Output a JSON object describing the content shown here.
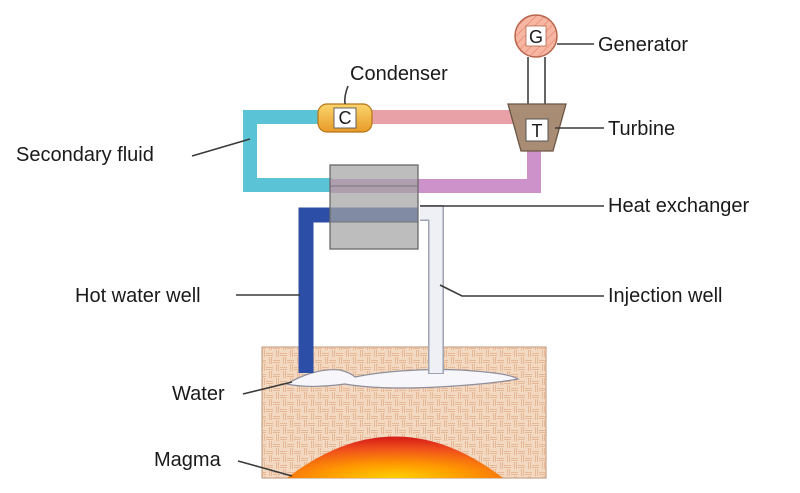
{
  "labels": {
    "generator": "Generator",
    "condenser": "Condenser",
    "turbine": "Turbine",
    "secondary_fluid": "Secondary fluid",
    "heat_exchanger": "Heat exchanger",
    "hot_water_well": "Hot water well",
    "injection_well": "Injection well",
    "water": "Water",
    "magma": "Magma"
  },
  "symbols": {
    "generator": "G",
    "condenser": "C",
    "turbine": "T"
  },
  "colors": {
    "secondary_fluid_pipe": "#5bc3d6",
    "pink_pipe": "#e9a1a8",
    "purple_pipe": "#cc92c9",
    "hot_water_pipe": "#2c4ea6",
    "injection_pipe": "#e9ecf3",
    "heat_exchanger": "#a4a4a4",
    "condenser_body": "#f0b445",
    "turbine_body": "#a88c73",
    "generator_body": "#f4b19c",
    "ground": "#f3d7bf",
    "magma_core": "#ff9a00",
    "magma_edge": "#e4281e"
  }
}
